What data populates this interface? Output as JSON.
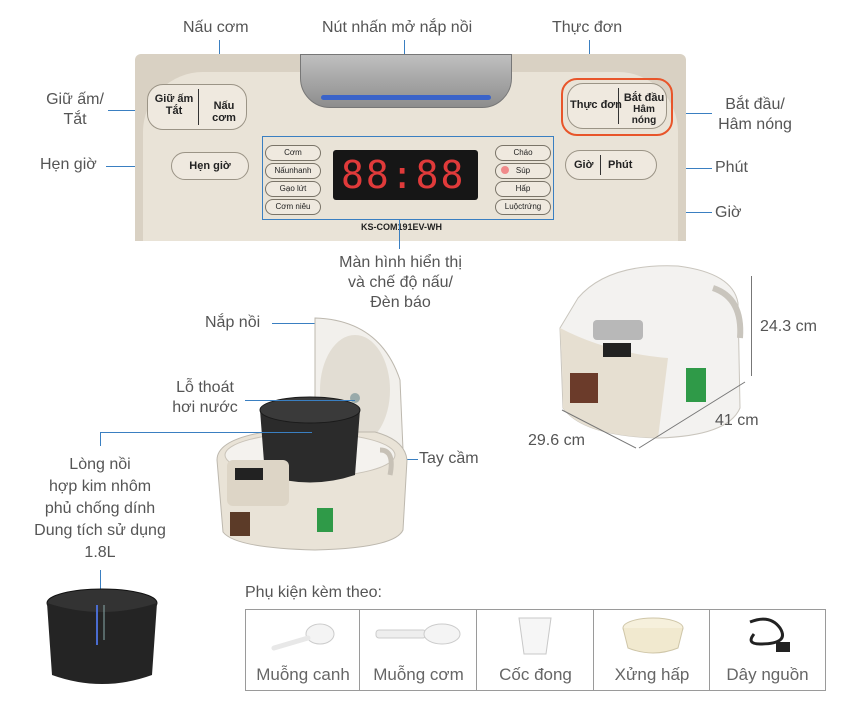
{
  "callouts": {
    "nau_com_top": "Nấu cơm",
    "nut_nhan": "Nút nhấn mở nắp nồi",
    "thuc_don_top": "Thực đơn",
    "giu_am_1": "Giữ ấm/",
    "giu_am_2": "Tắt",
    "hen_gio": "Hẹn giờ",
    "bat_dau_1": "Bắt đầu/",
    "bat_dau_2": "Hâm nóng",
    "phut": "Phút",
    "gio": "Giờ",
    "man_hinh_1": "Màn hình hiển thị",
    "man_hinh_2": "và chế độ nấu/",
    "man_hinh_3": "Đèn báo",
    "nap_noi": "Nắp nồi",
    "lo_thoat_1": "Lỗ thoát",
    "lo_thoat_2": "hơi nước",
    "tay_cam": "Tay cầm",
    "long_noi_1": "Lòng nồi",
    "long_noi_2": "hợp kim nhôm",
    "long_noi_3": "phủ chống dính",
    "long_noi_4": "Dung tích sử dụng",
    "long_noi_5": "1.8L"
  },
  "panel": {
    "btn_giu_am": "Giữ ấm",
    "btn_tat": "Tắt",
    "btn_nau_com": "Nấu cơm",
    "btn_hen_gio": "Hẹn giờ",
    "btn_thuc_don": "Thực đơn",
    "btn_bat_dau": "Bắt đầu",
    "btn_ham_nong": "Hâm nóng",
    "btn_gio": "Giờ",
    "btn_phut": "Phút",
    "modes_left": [
      "Cơm",
      "Nấunhanh",
      "Gạo lứt",
      "Cơm niêu"
    ],
    "modes_right": [
      "Cháo",
      "Súp",
      "Hấp",
      "Luộctrứng"
    ],
    "display": "88:88",
    "model": "KS-COM191EV-WH"
  },
  "dimensions": {
    "height": "24.3 cm",
    "depth": "41 cm",
    "width": "29.6 cm"
  },
  "accessories": {
    "title": "Phụ kiện kèm theo:",
    "items": [
      "Muỗng canh",
      "Muỗng cơm",
      "Cốc đong",
      "Xửng hấp",
      "Dây nguồn"
    ]
  },
  "colors": {
    "callout_line": "#3a7fc1",
    "highlight_box": "#e8552a",
    "display_digits": "#e03a3a",
    "panel_body": "#e9e3d7"
  }
}
